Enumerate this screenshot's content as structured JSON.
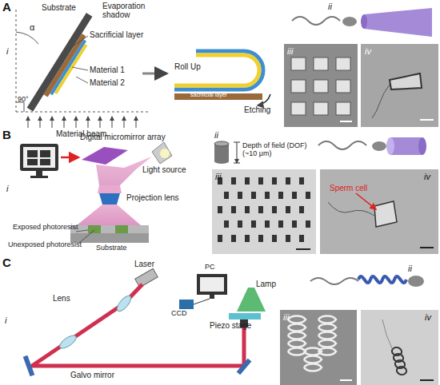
{
  "diagram": {
    "nodes": [
      {
        "text": [
          "iii"
        ]
      },
      {
        "text": [
          "iv"
        ]
      },
      {
        "text": [
          "iii"
        ]
      },
      {
        "text": [
          "iv",
          "Sperm cell"
        ]
      },
      {
        "text": [
          "iii"
        ]
      },
      {
        "text": [
          "iv"
        ]
      }
    ],
    "labels": [
      "A",
      "i",
      "Substrate",
      "Evaporation shadow",
      "α",
      "90°",
      "Sacrificial layer",
      "Material 1",
      "Material 2",
      "Material beam",
      "Roll Up",
      "Etching",
      "sacrificial layer",
      "ii",
      "B",
      "i",
      "Digital micromirror array",
      "Light source",
      "Projection lens",
      "Exposed photoresist",
      "Unexposed photoresist",
      "Substrate",
      "ii",
      "Depth of field (DOF) (~10 μm)",
      "C",
      "i",
      "Laser",
      "Lens",
      "PC",
      "CCD",
      "Lamp",
      "Piezo stage",
      "Galvo mirror",
      "ii"
    ]
  }
}
